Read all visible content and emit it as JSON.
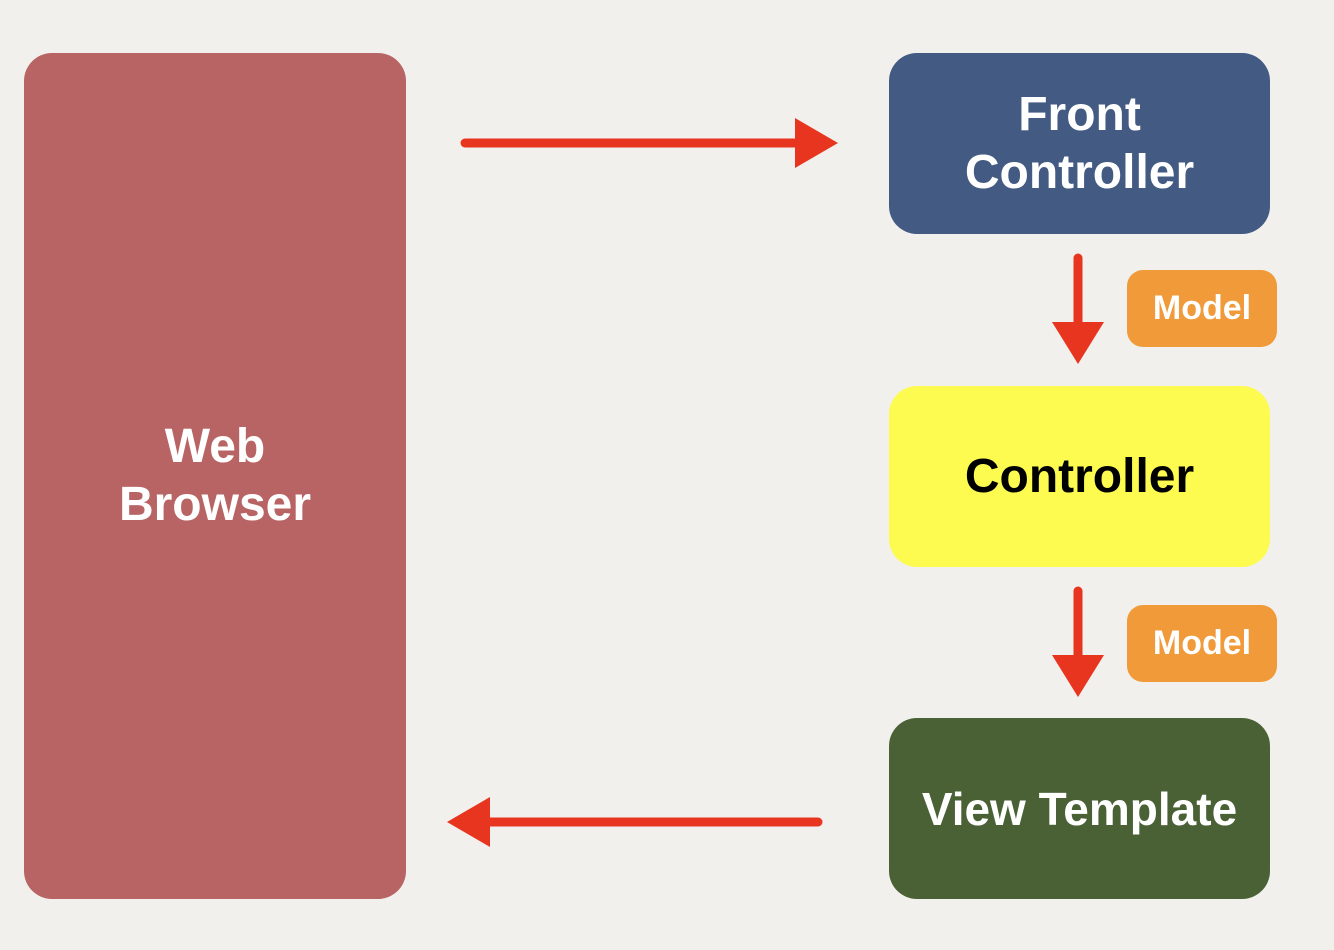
{
  "diagram": {
    "web_browser": {
      "line1": "Web",
      "line2": "Browser"
    },
    "front_controller": {
      "line1": "Front",
      "line2": "Controller"
    },
    "controller": {
      "label": "Controller"
    },
    "view_template": {
      "label": "View Template"
    },
    "model_badges": [
      "Model",
      "Model"
    ]
  },
  "colors": {
    "background": "#f2f0ec",
    "web_browser": "#b86464",
    "front_controller": "#435a82",
    "controller": "#fdfb4f",
    "view_template": "#4a6136",
    "model_badge": "#f09a3a",
    "arrow": "#e8351f"
  }
}
